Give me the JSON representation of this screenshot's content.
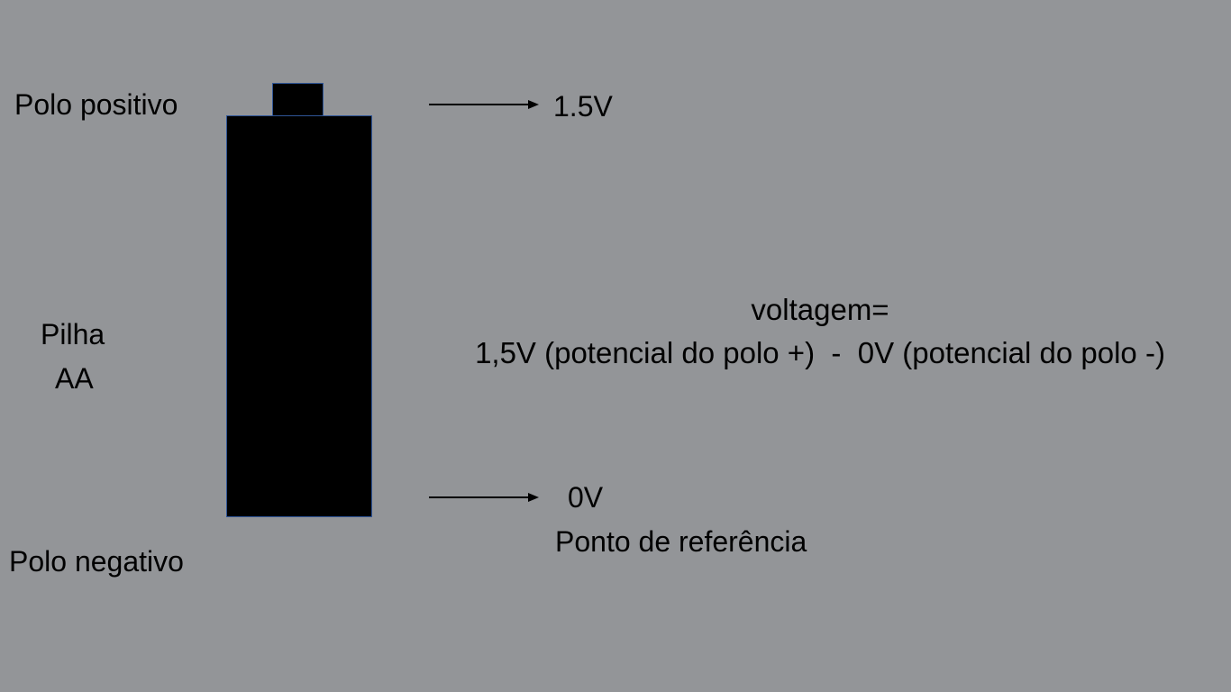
{
  "labels": {
    "positive_pole": "Polo positivo",
    "negative_pole": "Polo negativo",
    "battery_name_line1": "Pilha",
    "battery_name_line2": "AA",
    "positive_voltage": "1.5V",
    "negative_voltage": "0V",
    "reference_point": "Ponto de referência"
  },
  "formula": {
    "line1": "voltagem=",
    "line2": "1,5V (potencial do polo +)  -  0V (potencial do polo -)"
  },
  "colors": {
    "background": "#939598",
    "battery_fill": "#000000",
    "battery_outline": "#2f5597",
    "text": "#000000"
  }
}
